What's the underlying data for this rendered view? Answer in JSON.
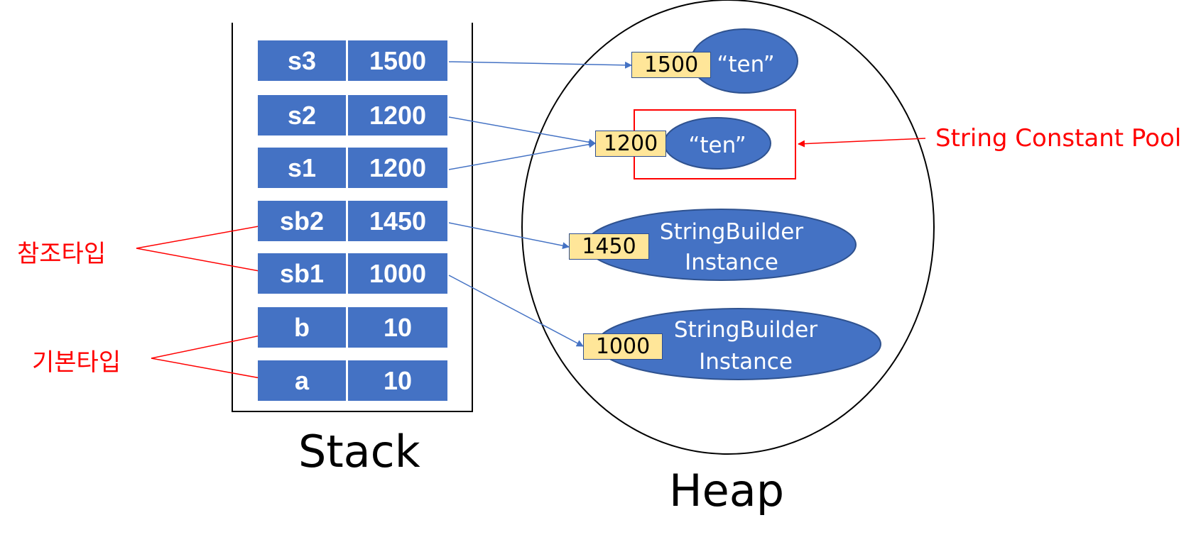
{
  "stack": {
    "label": "Stack",
    "rows": [
      {
        "name": "s3",
        "value": "1500"
      },
      {
        "name": "s2",
        "value": "1200"
      },
      {
        "name": "s1",
        "value": "1200"
      },
      {
        "name": "sb2",
        "value": "1450"
      },
      {
        "name": "sb1",
        "value": "1000"
      },
      {
        "name": "b",
        "value": "10"
      },
      {
        "name": "a",
        "value": "10"
      }
    ]
  },
  "heap": {
    "label": "Heap",
    "objects": [
      {
        "address": "1500",
        "content": "“ten”"
      },
      {
        "address": "1200",
        "content": "“ten”"
      },
      {
        "address": "1450",
        "content_line1": "StringBuilder",
        "content_line2": "Instance"
      },
      {
        "address": "1000",
        "content_line1": "StringBuilder",
        "content_line2": "Instance"
      }
    ]
  },
  "annotations": {
    "string_constant_pool": "String Constant Pool",
    "reference_type": "참조타입",
    "primitive_type": "기본타입"
  },
  "colors": {
    "cell_fill": "#4472c4",
    "address_fill": "#ffe699",
    "arrow_blue": "#4472c4",
    "annotation_red": "#ff0000"
  }
}
